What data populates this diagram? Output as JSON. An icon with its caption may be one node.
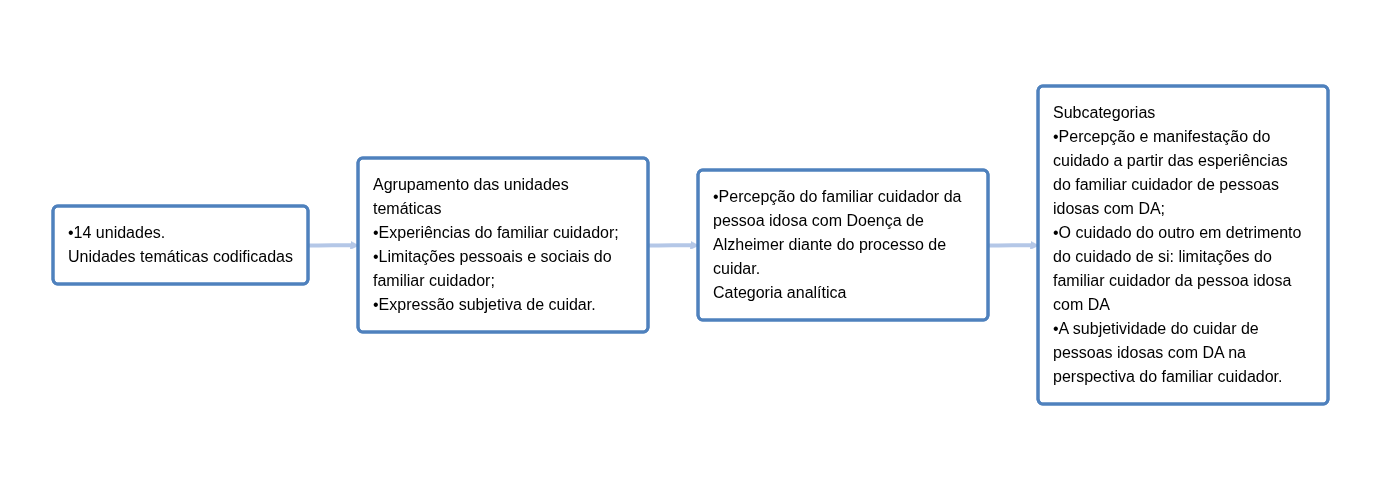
{
  "diagram": {
    "nodes": [
      {
        "text": [
          "•14 unidades.",
          "Unidades temáticas codificadas"
        ]
      },
      {
        "text": [
          "Agrupamento das unidades temáticas",
          "•Experiências do familiar cuidador;",
          "•Limitações pessoais e sociais do familiar cuidador;",
          "•Expressão subjetiva de cuidar."
        ]
      },
      {
        "text": [
          "•Percepção do familiar cuidador da pessoa idosa com Doença de Alzheimer diante do processo de cuidar.",
          "Categoria analítica"
        ]
      },
      {
        "text": [
          "Subcategorias",
          "•Percepção e manifestação do cuidado a partir das esperiências do familiar cuidador de pessoas idosas com DA;",
          "•O cuidado do outro em detrimento do cuidado de si: limitações do familiar cuidador da pessoa idosa com DA",
          "•A subjetividade do cuidar de pessoas idosas com DA na perspectiva do familiar cuidador."
        ]
      }
    ],
    "edges": [
      {
        "from": 0,
        "to": 1,
        "arrow": "to"
      },
      {
        "from": 1,
        "to": 2,
        "arrow": "to"
      },
      {
        "from": 2,
        "to": 3,
        "arrow": "to"
      }
    ]
  }
}
